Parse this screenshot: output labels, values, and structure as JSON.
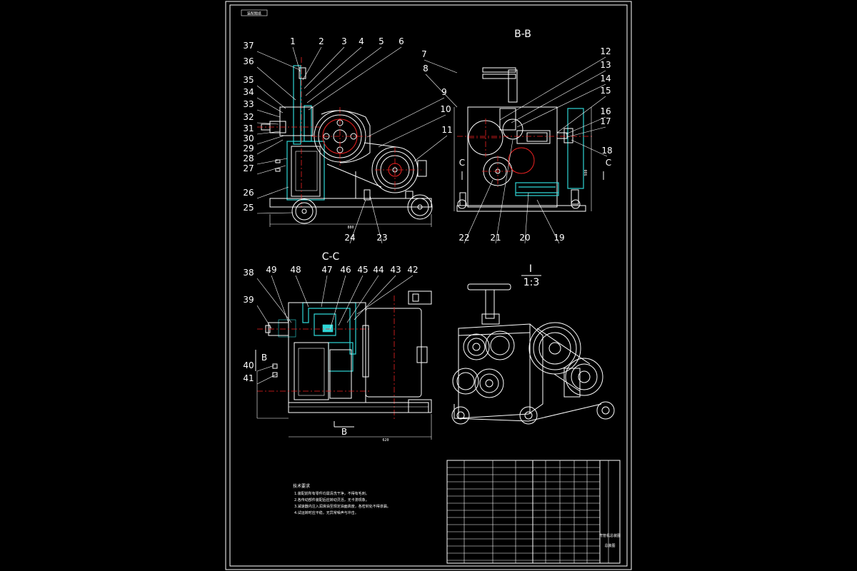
{
  "drawing": {
    "corner_tag": "装配图纸",
    "section_bb": "B-B",
    "section_cc": "C-C",
    "detail_ratio_top": "I",
    "detail_ratio_bottom": "1:3",
    "cut_marker_c": "C",
    "cut_marker_b": "B"
  },
  "part_labels": [
    "1",
    "2",
    "3",
    "4",
    "5",
    "6",
    "7",
    "8",
    "9",
    "10",
    "11",
    "12",
    "13",
    "14",
    "15",
    "16",
    "17",
    "18",
    "19",
    "20",
    "21",
    "22",
    "23",
    "24",
    "25",
    "26",
    "27",
    "28",
    "29",
    "30",
    "31",
    "32",
    "33",
    "34",
    "35",
    "36",
    "37",
    "38",
    "39",
    "40",
    "41",
    "42",
    "43",
    "44",
    "45",
    "46",
    "47",
    "48",
    "49"
  ],
  "dimensions": {
    "front_width": "880",
    "cc_width": "620",
    "bb_height": "980"
  },
  "tech_requirements": {
    "heading": "技术要求",
    "lines": [
      "1.装配前所有零件均需清洗干净，不得有毛刺。",
      "2.各传动部件装配后应转动灵活，无卡滞现象。",
      "3.减速器内注入润滑油至规定油面高度，各密封处不得渗漏。",
      "4.试运转时应平稳，无异常噪声与冲击。"
    ]
  },
  "title_block": {
    "drawing_name": "弯管机总装图",
    "drawing_no": "总装图"
  }
}
